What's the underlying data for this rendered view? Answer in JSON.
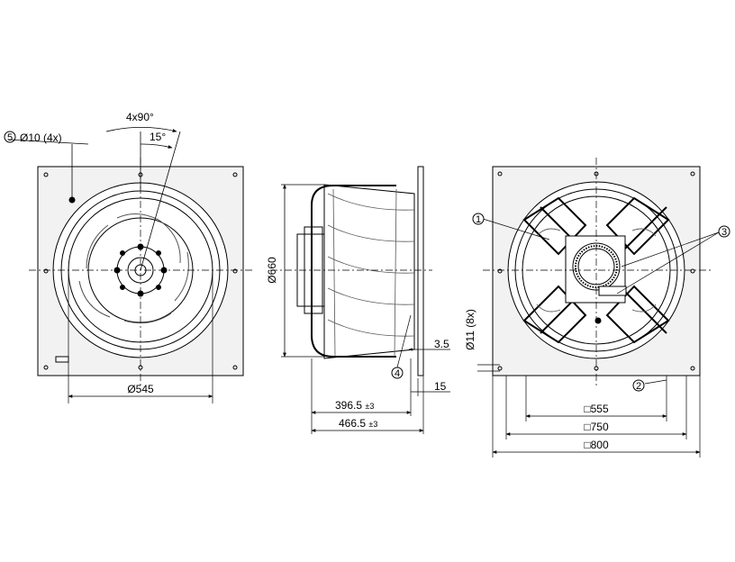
{
  "colors": {
    "line": "#000000",
    "panel": "#f2f2f2",
    "paper": "#ffffff",
    "hatch": "#d9d9d9"
  },
  "front_view": {
    "hole_callout": {
      "number": "5",
      "label": "Ø10 (4x)"
    },
    "angle_pitch": "4x90°",
    "angle_offset": "15°",
    "impeller_dia": "Ø545"
  },
  "side_view": {
    "height": "Ø660",
    "flange_gap": "3.5",
    "flange_thickness": "15",
    "depth_1": "396.5",
    "depth_1_tol": "±3",
    "depth_2": "466.5",
    "depth_2_tol": "±3",
    "callout_4": "4"
  },
  "rear_view": {
    "callout_1": "1",
    "callout_2": "2",
    "callout_3": "3",
    "mount_holes": "Ø11 (8x)",
    "square_1": "555",
    "square_2": "750",
    "square_3": "800"
  }
}
